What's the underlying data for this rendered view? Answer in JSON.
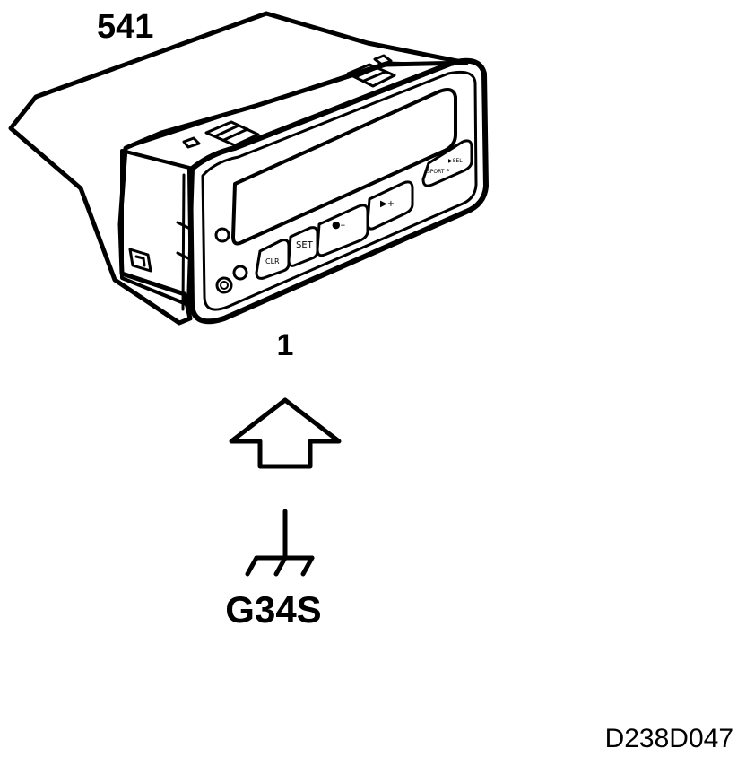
{
  "diagram": {
    "component_number": "541",
    "pin_number": "1",
    "ground_label": "G34S",
    "drawing_id": "D238D047",
    "buttons": {
      "clr": "CLR",
      "set": "SET",
      "minus": "●–",
      "plus": "▶+",
      "sport": "SPORT P",
      "sel": "▶SEL"
    }
  }
}
